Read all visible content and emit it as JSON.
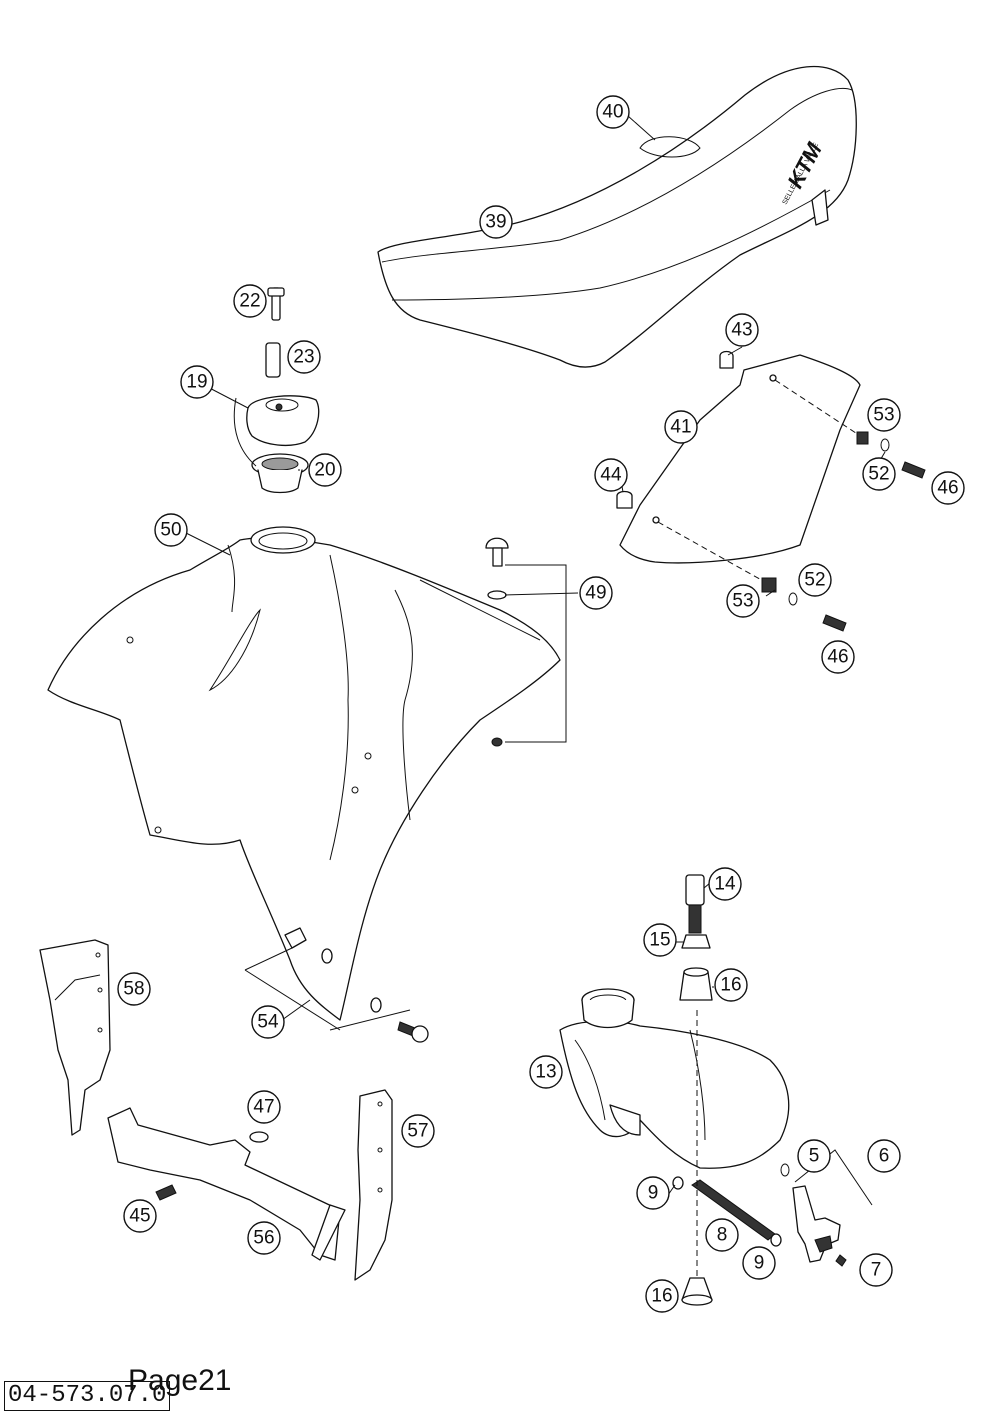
{
  "callouts": [
    {
      "label": "40"
    },
    {
      "label": "39"
    },
    {
      "label": "22"
    },
    {
      "label": "23"
    },
    {
      "label": "19"
    },
    {
      "label": "20"
    },
    {
      "label": "43"
    },
    {
      "label": "41"
    },
    {
      "label": "53"
    },
    {
      "label": "52"
    },
    {
      "label": "46"
    },
    {
      "label": "44"
    },
    {
      "label": "52"
    },
    {
      "label": "53"
    },
    {
      "label": "46"
    },
    {
      "label": "50"
    },
    {
      "label": "49"
    },
    {
      "label": "14"
    },
    {
      "label": "15"
    },
    {
      "label": "16"
    },
    {
      "label": "58"
    },
    {
      "label": "54"
    },
    {
      "label": "13"
    },
    {
      "label": "47"
    },
    {
      "label": "57"
    },
    {
      "label": "5"
    },
    {
      "label": "6"
    },
    {
      "label": "9"
    },
    {
      "label": "45"
    },
    {
      "label": "56"
    },
    {
      "label": "8"
    },
    {
      "label": "9"
    },
    {
      "label": "7"
    },
    {
      "label": "16"
    }
  ],
  "seat_brand": "KTM",
  "seat_maker": "SELLE DALLA VALLE",
  "page_label": "Page21",
  "doc_code": "04-573.07.0"
}
